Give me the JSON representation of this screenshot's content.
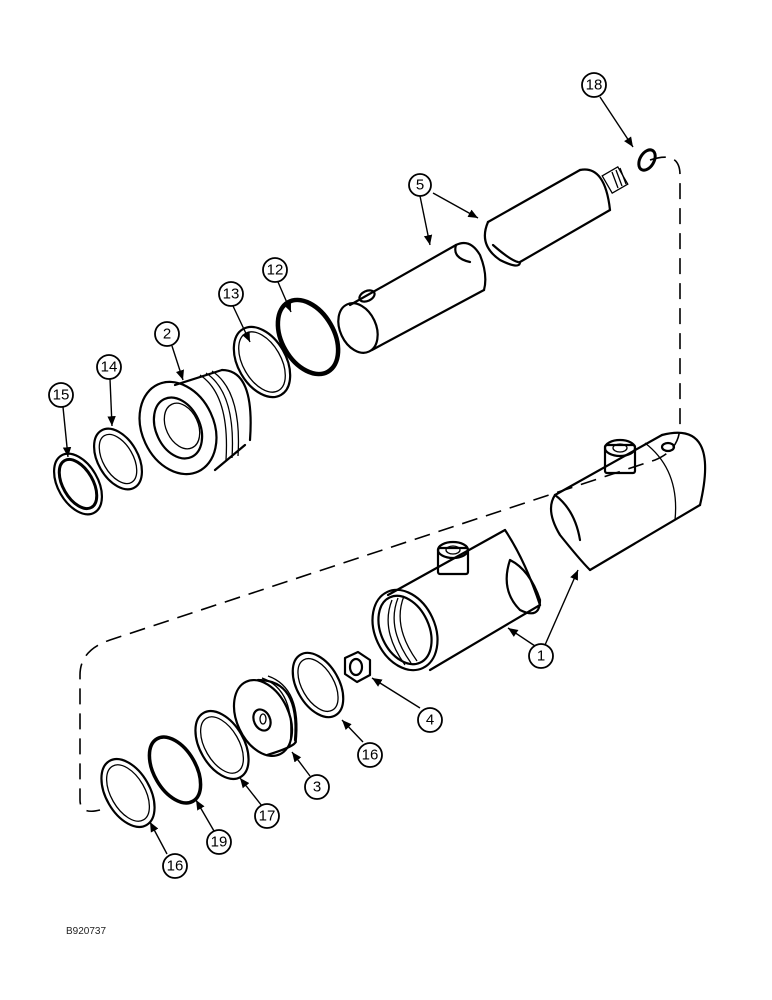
{
  "diagram": {
    "type": "exploded parts view",
    "subject": "hydraulic cylinder",
    "figure_id": "B920737",
    "callouts": [
      {
        "number": "18",
        "part": "o-ring on rod end"
      },
      {
        "number": "5",
        "part": "rod (two halves)"
      },
      {
        "number": "12",
        "part": "ring"
      },
      {
        "number": "13",
        "part": "ring"
      },
      {
        "number": "2",
        "part": "gland"
      },
      {
        "number": "14",
        "part": "ring"
      },
      {
        "number": "15",
        "part": "wiper seal"
      },
      {
        "number": "1",
        "part": "barrel (two halves)"
      },
      {
        "number": "4",
        "part": "nut"
      },
      {
        "number": "16",
        "part": "ring (upper)"
      },
      {
        "number": "3",
        "part": "piston"
      },
      {
        "number": "17",
        "part": "ring"
      },
      {
        "number": "19",
        "part": "seal"
      },
      {
        "number": "16",
        "part": "ring (lower)"
      }
    ]
  }
}
